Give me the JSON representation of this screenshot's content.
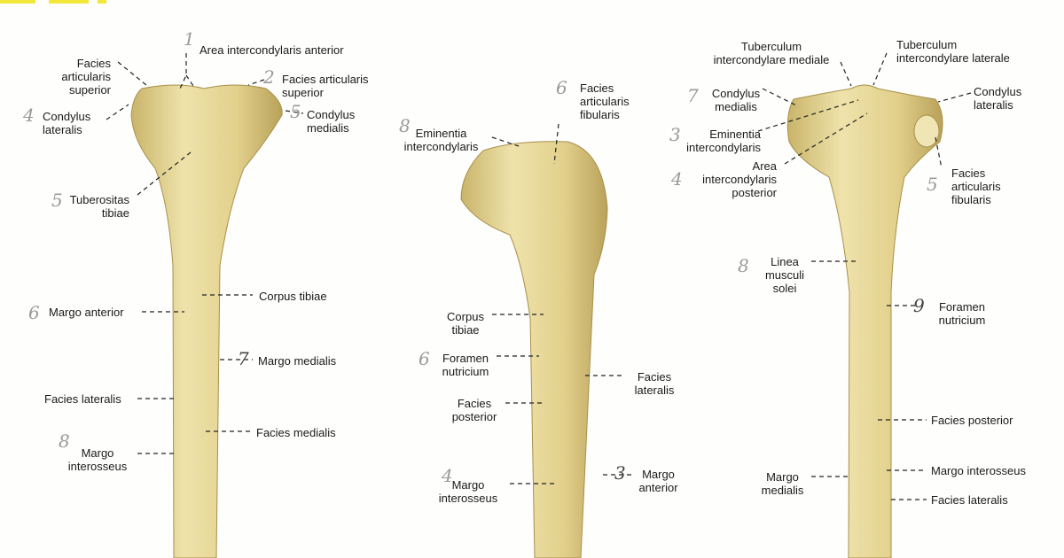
{
  "figure1": {
    "labels": {
      "area_intercondylaris_anterior": "Area intercondylaris anterior",
      "facies_articularis_superior_left": "Facies\narticularis\nsuperior",
      "facies_articularis_superior_right": "Facies articularis\nsuperior",
      "condylus_lateralis": "Condylus\nlateralis",
      "condylus_medialis": "Condylus\nmedialis",
      "tuberositas_tibiae": "Tuberositas\ntibiae",
      "corpus_tibiae": "Corpus tibiae",
      "margo_anterior": "Margo anterior",
      "margo_medialis": "Margo medialis",
      "facies_lateralis": "Facies lateralis",
      "facies_medialis": "Facies medialis",
      "margo_interosseus": "Margo\ninterosseus"
    },
    "handwritten": [
      "1",
      "2",
      "4",
      "5",
      "5",
      "6",
      "7",
      "8"
    ]
  },
  "figure2": {
    "labels": {
      "facies_articularis_fibularis": "Facies\narticularis\nfibularis",
      "eminentia_intercondylaris": "Eminentia\nintercondylaris",
      "corpus_tibiae": "Corpus\ntibiae",
      "foramen_nutricium": "Foramen\nnutricium",
      "facies_lateralis": "Facies\nlateralis",
      "facies_posterior": "Facies\nposterior",
      "margo_interosseus": "Margo\ninterosseus",
      "margo_anterior": "Margo\nanterior"
    },
    "handwritten": [
      "6",
      "8",
      "6",
      "4",
      "3"
    ]
  },
  "figure3": {
    "labels": {
      "tuberculum_intercondylare_mediale": "Tuberculum\nintercondylare mediale",
      "tuberculum_intercondylare_laterale": "Tuberculum\nintercondylare laterale",
      "condylus_medialis": "Condylus\nmedialis",
      "condylus_lateralis": "Condylus\nlateralis",
      "eminentia_intercondylaris": "Eminentia\nintercondylaris",
      "area_intercondylaris_posterior": "Area\nintercondylaris\nposterior",
      "facies_articularis_fibularis": "Facies\narticularis\nfibularis",
      "linea_musculi_solei": "Linea\nmusculi\nsolei",
      "foramen_nutricium": "Foramen\nnutricium",
      "facies_posterior": "Facies posterior",
      "margo_medialis": "Margo\nmedialis",
      "margo_interosseus": "Margo interosseus",
      "facies_lateralis": "Facies lateralis"
    },
    "handwritten": [
      "7",
      "3",
      "4",
      "5",
      "8",
      "9"
    ]
  },
  "colors": {
    "bone": "#e6d89a",
    "bone_shadow": "#c9b46a",
    "highlight": "#f6efc8",
    "marker": "#f3e83a"
  }
}
